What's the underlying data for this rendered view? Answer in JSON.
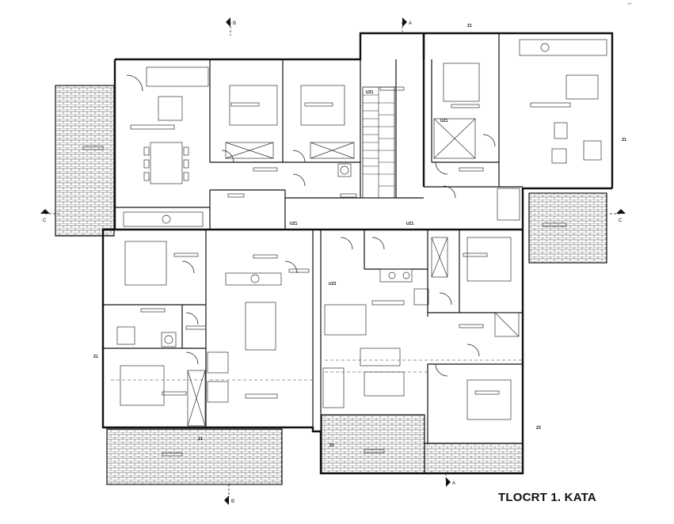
{
  "title": "TLOCRT 1. KATA",
  "corner_mark": "--",
  "section_markers": {
    "a_top": "A",
    "a_bottom": "A",
    "b_top": "B",
    "b_bottom": "B",
    "c_left": "C",
    "c_right": "C"
  },
  "door_tags": {
    "uz1_stair": "UZ1",
    "uz1_mid_left": "UZ1",
    "uz1_mid_right": "UZ1",
    "uz1_right": "UZ1",
    "uz2": "UZ2",
    "z1_top": "Z1",
    "z1_right": "Z1",
    "z1_bottom": "Z1",
    "z1_left": "Z1",
    "z2": "Z2",
    "z3": "Z3"
  }
}
